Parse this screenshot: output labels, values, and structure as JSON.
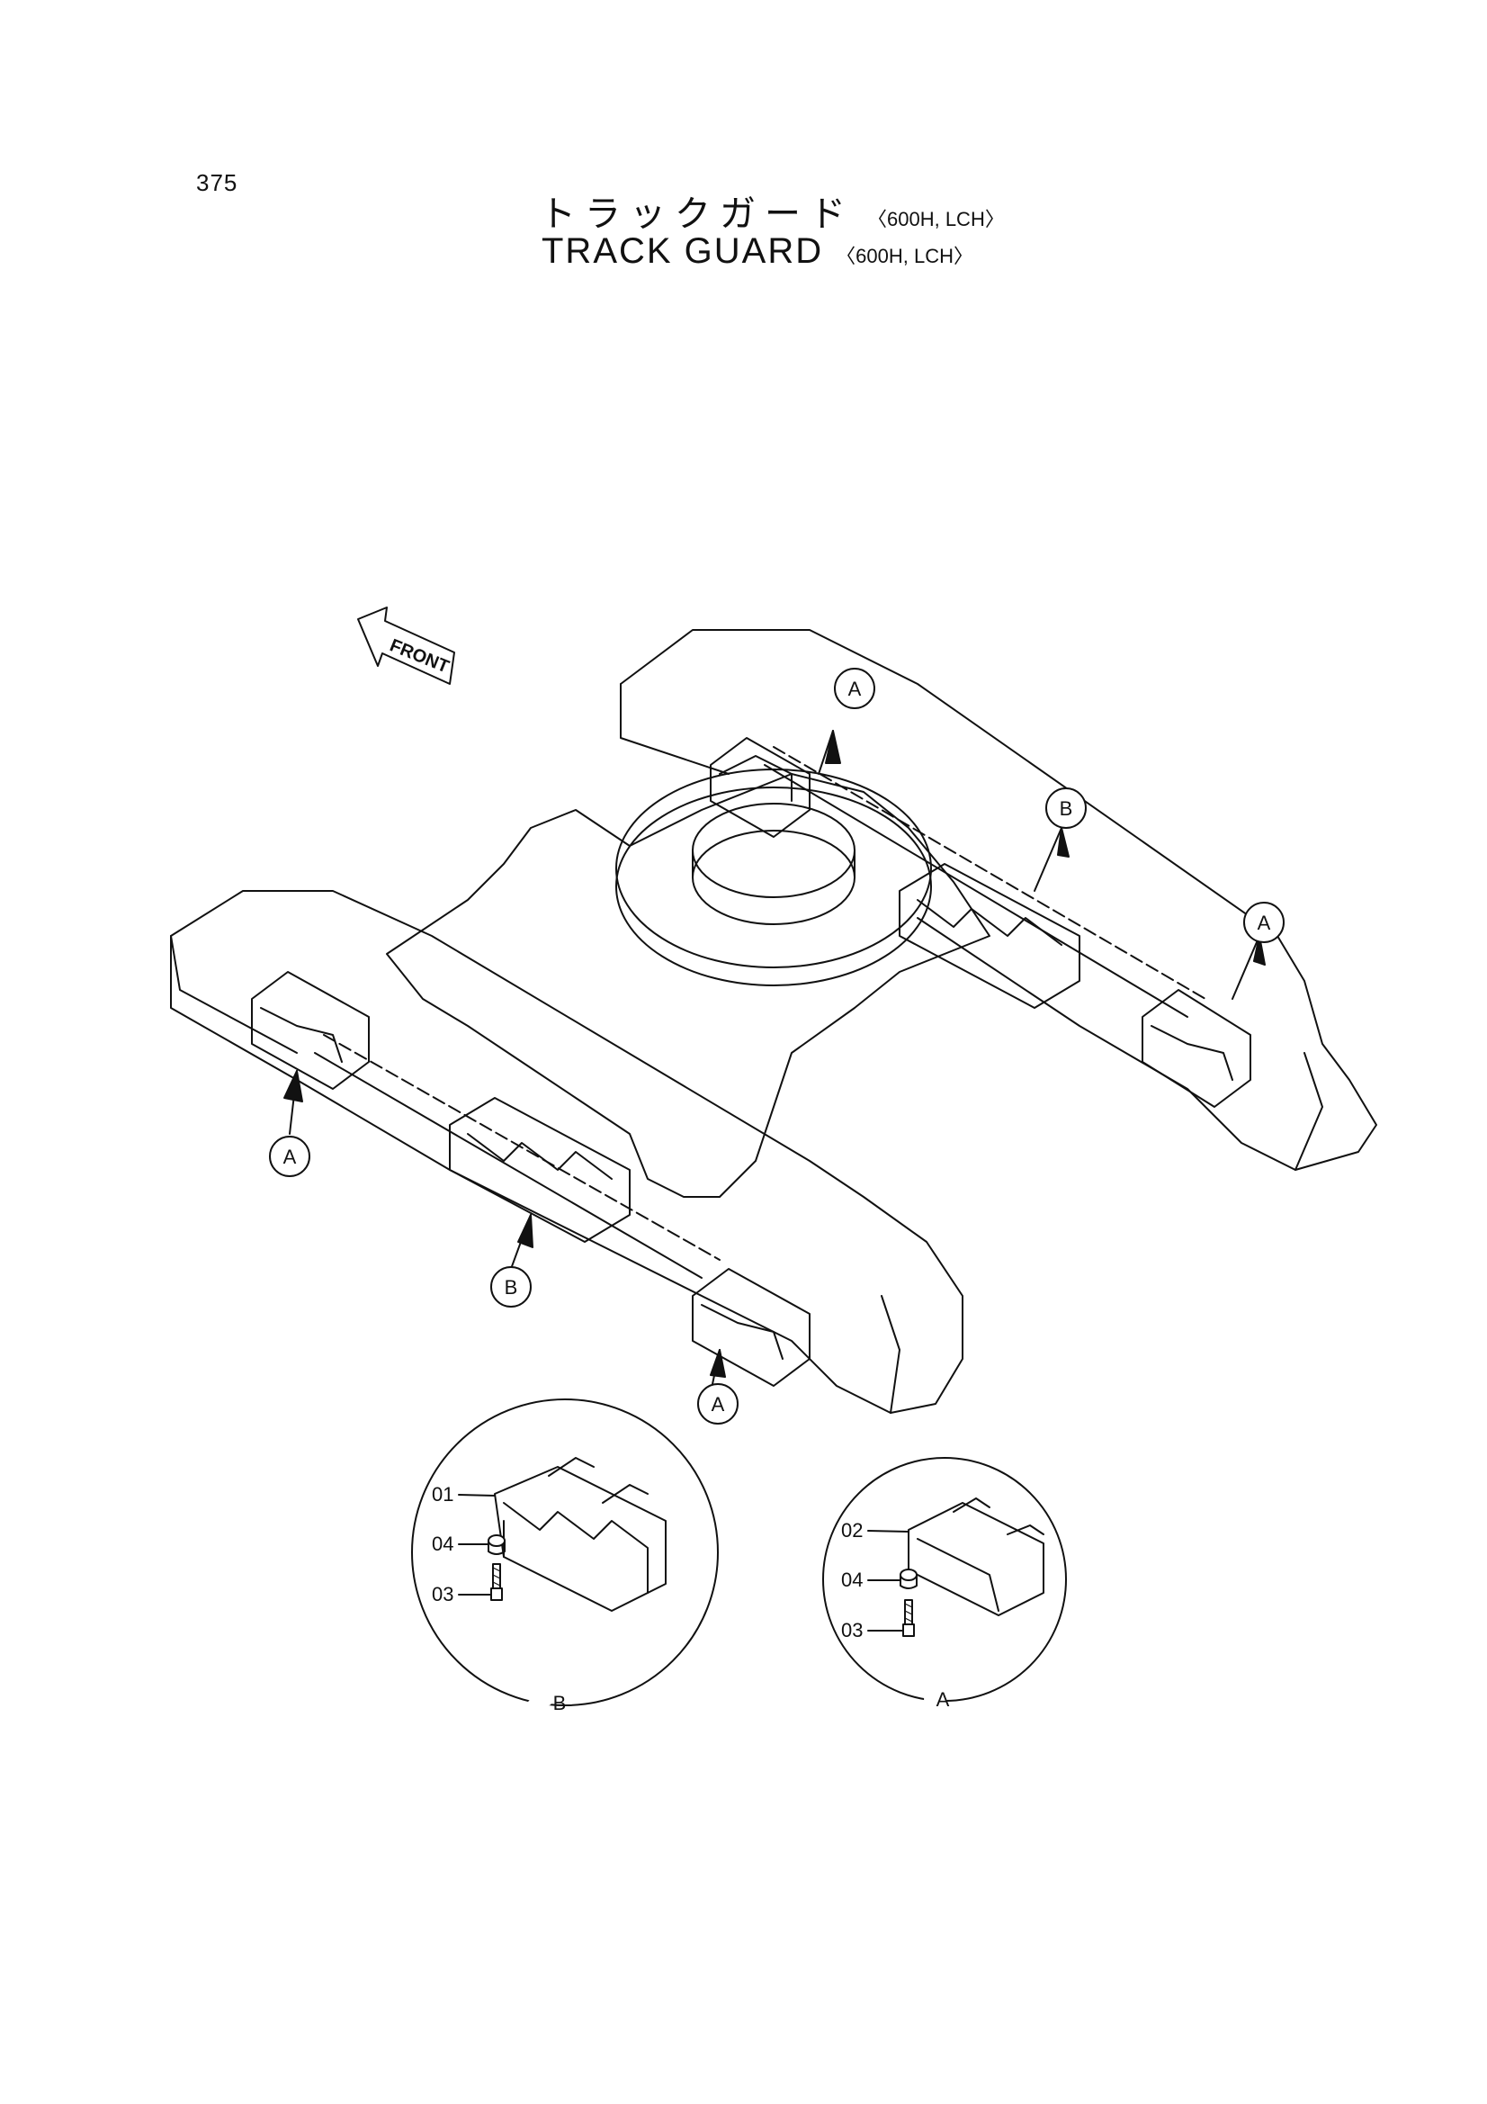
{
  "page_number": "375",
  "title": {
    "japanese": "トラックガード",
    "english": "TRACK  GUARD",
    "variant": "〈600H, LCH〉"
  },
  "front_label": "FRONT",
  "callouts": {
    "a": "A",
    "b": "B"
  },
  "detail_b": {
    "label": "B",
    "parts": [
      "01",
      "04",
      "03"
    ]
  },
  "detail_a": {
    "label": "A",
    "parts": [
      "02",
      "04",
      "03"
    ]
  }
}
